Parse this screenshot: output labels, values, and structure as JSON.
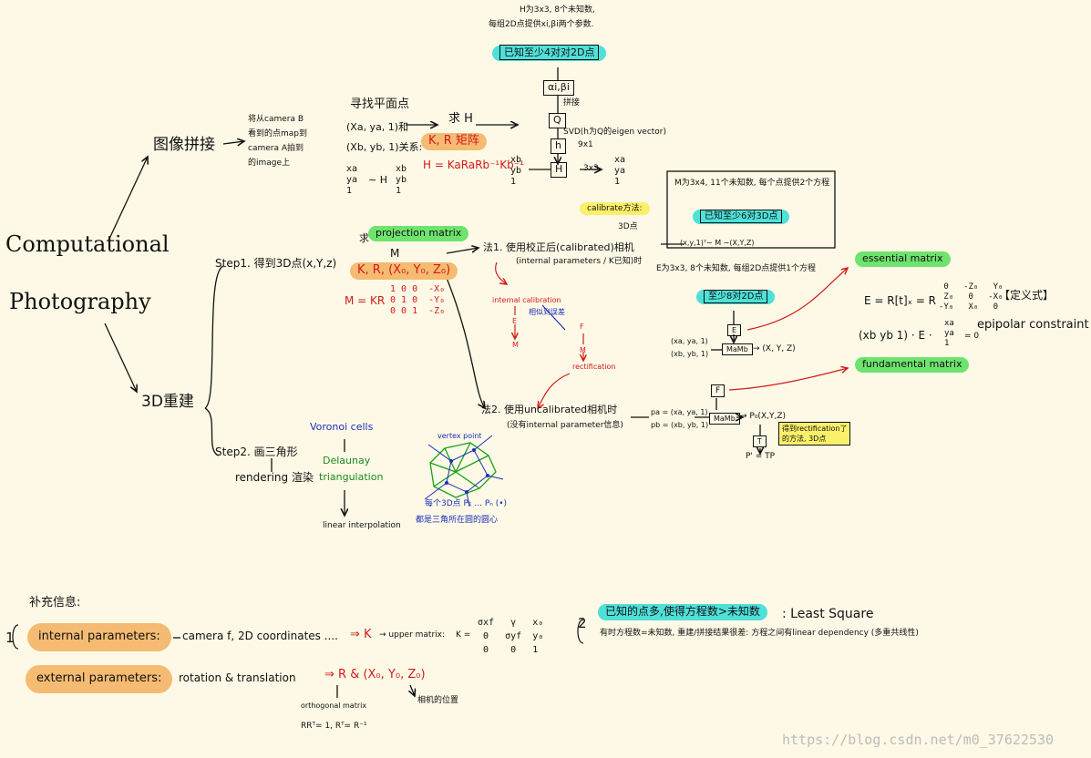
{
  "root": {
    "line1": "Computational",
    "line2": "Photography"
  },
  "branches": {
    "stitch": "图像拼接",
    "recon": "3D重建"
  },
  "stitch": {
    "desc": [
      "将从camera B",
      "看到的点map到",
      "camera A拍到",
      "的image上"
    ],
    "find_h": "寻找平面点",
    "pt_a": "(Xa, ya, 1)和",
    "pt_b": "(Xb, yb, 1)关系:",
    "kr_matrix": "K, R 矩阵",
    "h_formula": "H = KaRaRb⁻¹Kb⁻¹",
    "seek_h": "求 H",
    "relation_l": "xa\nya\n1",
    "relation_op": "∼ H",
    "relation_r": "xb\nyb\n1",
    "vec_l": "xb\nyb\n1",
    "vec_r": "xa\nya\n1",
    "h_info": [
      "H为3x3, 8个未知数,",
      "每组2D点提供xi,βi两个参数."
    ],
    "known_pairs": "已知至少4对对2D点",
    "ab_box": "αi,βi",
    "stitch_label": "拼接",
    "q_box": "Q",
    "svd": "SVD(h为Q的eigen vector)",
    "h_box": "h",
    "dim_9x1": "9x1",
    "hh_box": "H",
    "dim_3x3": "3x3"
  },
  "step1": {
    "label": "Step1. 得到3D点(x,Y,z)",
    "seek": "求",
    "proj_matrix": "projection matrix",
    "m_letter": "M",
    "krx": "K, R, (X₀, Y₀, Z₀)",
    "m_eq": "M = KR",
    "m_mat": "1 0 0  -X₀\n0 1 0  -Y₀\n0 0 1  -Z₀",
    "method1": "法1. 使用校正后(calibrated)相机",
    "method1b": "(internal parameters / K已知)时",
    "method2": "法2. 使用uncalibrated相机时",
    "method2b": "(没有internal parameter信息)",
    "calib_method": "calibrate方法:",
    "calib_3d": "3D点",
    "m_info": "M为3x4, 11个未知数, 每个点提供2个方程",
    "known_3d": "已知至少6对3D点",
    "eq": "(x,y,1)ᵀ∼ M ∼(X,Y,Z)",
    "e_info": "E为3x3, 8个未知数, 每组2D点提供1个方程",
    "known_8": "至少8对2D点",
    "e_box": "E",
    "pa1": "(xa, ya, 1)",
    "pb1": "(xb, yb, 1)",
    "mamb": "MaMb",
    "xyz": "→ (X, Y, Z)",
    "int_calib": "internal calibration",
    "e_letter": "E",
    "m_small": "M",
    "f_letter": "F",
    "rectify": "rectification",
    "similar": "相似到误差",
    "essential": "essential matrix",
    "e_def": "E = R[t]ₓ = R",
    "e_mat": " 0   -Z₀   Y₀\n Z₀   0   -X₀\n-Y₀   X₀   0",
    "def_note": "【定义式】",
    "epi_eq": "(xb yb 1) · E ·",
    "epi_vec": "xa\nya\n1",
    "epi_zero": "= 0",
    "epipolar": "epipolar constraint",
    "fundamental": "fundamental matrix",
    "f_box": "F",
    "pa2": "pa = (xa, ya, 1)",
    "pb2": "pb = (xb, yb, 1)",
    "mamb2": "MaMb",
    "p_xyz": "→ P₀(X,Y,Z)",
    "t_box": "T",
    "pprime": "P' = TP",
    "yellow_note1": "得到rectification了",
    "yellow_note2": "的方法, 3D点"
  },
  "step2": {
    "label": "Step2. 画三角形",
    "render": "rendering 渲染",
    "voronoi": "Voronoi cells",
    "delaunay1": "Delaunay",
    "delaunay2": "triangulation",
    "linear": "linear interpolation",
    "vertex": "vertex point",
    "note1": "每个3D点 P₁ ... Pₙ (•)",
    "note2": "都是三角所在圆的圆心"
  },
  "supp": {
    "title": "补充信息:",
    "num1": "1",
    "internal": "internal parameters:",
    "int_desc": "camera f, 2D coordinates ....",
    "arrow_k": "⇒ K",
    "upper": "→ upper matrix:",
    "k_eq": "K =",
    "k_mat": "σxf   γ   x₀\n 0   σyf  y₀\n 0    0   1",
    "external": "external parameters:",
    "ext_desc": "rotation & translation",
    "arrow_r": "⇒ R & (X₀, Y₀, Z₀)",
    "ortho": "orthogonal matrix",
    "ortho_eq": "RRᵀ= 1, Rᵀ= R⁻¹",
    "cam_pos": "相机的位置",
    "num2": "2",
    "known_more": "已知的点多,使得方程数>未知数",
    "least_sq": ": Least Square",
    "note": "有时方程数=未知数, 重建/拼接结果很差: 方程之间有linear dependency (多重共线性)"
  },
  "watermark": "https://blog.csdn.net/m0_37622530",
  "colors": {
    "bg": "#fdf9e6",
    "cyan": "#4fe0d8",
    "green": "#6ee36e",
    "orange": "#f5bb72",
    "yellow": "#fbf06a",
    "red": "#d31a1a",
    "blue": "#1d2fb8"
  }
}
